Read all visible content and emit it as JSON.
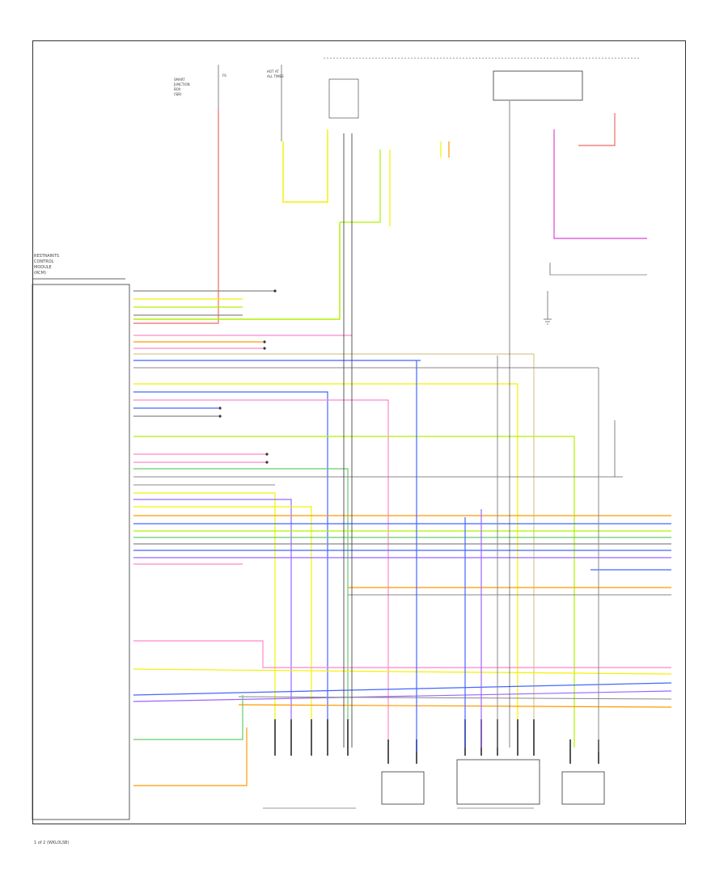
{
  "diagram": {
    "footer_left": "1 of 2 (WKL0LSB)",
    "module_title": [
      "RESTRAINTS",
      "CONTROL",
      "MODULE",
      "(RCM)"
    ],
    "colors": {
      "red": "#f08080",
      "pink": "#ff88cc",
      "magenta": "#e060e0",
      "yellow": "#f2f200",
      "lime": "#b0f000",
      "green": "#66cc66",
      "blue": "#4466ff",
      "purple": "#9966ff",
      "orange": "#ff9900",
      "tan": "#d8c890",
      "gray": "#888888",
      "black": "#333333"
    }
  }
}
